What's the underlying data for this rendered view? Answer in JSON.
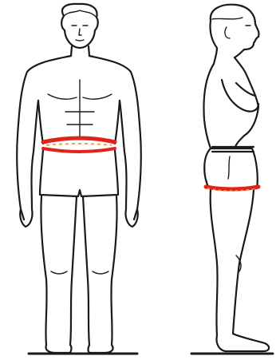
{
  "figures": [
    {
      "view": "front",
      "measurement": "waist"
    },
    {
      "view": "side",
      "measurement": "hip"
    }
  ],
  "colors": {
    "ink": "#1a1a1a",
    "measure_tape": "#e2231a",
    "background": "#ffffff"
  },
  "icons": [
    "front-body-outline",
    "side-body-outline",
    "measuring-tape-line"
  ]
}
